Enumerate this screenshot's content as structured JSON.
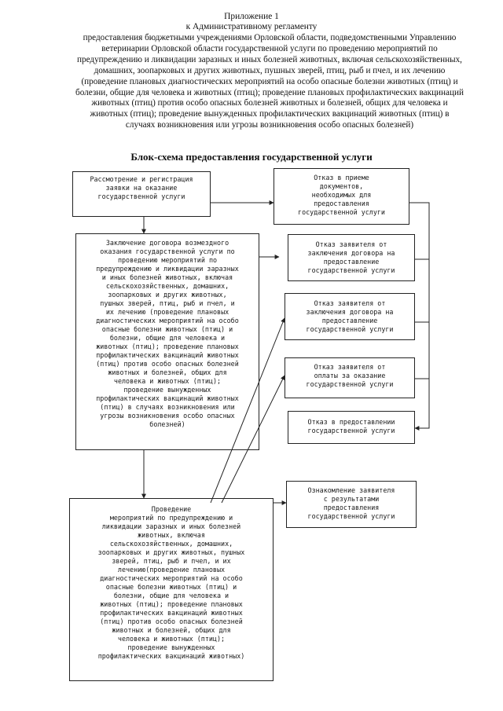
{
  "header": {
    "appendix": "Приложение 1",
    "regulation": "к Административному регламенту",
    "intro": "предоставления бюджетными учреждениями Орловской области, подведомственными Управлению ветеринарии Орловской области государственной услуги  по проведению мероприятий по предупреждению и ликвидации заразных и иных болезней животных, включая сельскохозяйственных, домашних, зоопарковых и других животных, пушных зверей, птиц, рыб и пчел, и их лечению (проведение плановых диагностических мероприятий на особо опасные болезни животных (птиц) и болезни, общие для человека и животных (птиц); проведение плановых профилактических вакцинаций животных (птиц) против особо опасных болезней животных и болезней, общих для человека и животных (птиц); проведение вынужденных профилактических вакцинаций животных (птиц) в случаях возникновения или угрозы возникновения особо опасных болезней)"
  },
  "title": "Блок-схема предоставления  государственной услуги",
  "flowchart": {
    "registration": "Рассмотрение и регистрация\nзаявки на оказание\nгосударственной услуги",
    "contract": "Заключение договора возмездного\nоказания государственной услуги по\nпроведению мероприятий по\nпредупреждению и ликвидации заразных\nи иных болезней животных, включая\nсельскохозяйственных, домашних,\nзоопарковых и других животных,\nпушных зверей, птиц, рыб и пчел, и\nих лечению (проведение плановых\nдиагностических мероприятий на особо\nопасные болезни животных (птиц) и\nболезни, общие для человека и\nживотных (птиц); проведение плановых\nпрофилактических вакцинаций животных\n(птиц) против особо опасных болезней\nживотных и болезней, общих для\nчеловека и животных (птиц);\nпроведение вынужденных\nпрофилактических вакцинаций животных\n(птиц) в случаях возникновения или\nугрозы возникновения особо опасных\nболезней)",
    "execution": "Проведение\nмероприятий по предупреждению и\nликвидации заразных и иных болезней\nживотных, включая\nсельскохозяйственных, домашних,\nзоопарковых и других животных, пушных\nзверей, птиц, рыб и пчел, и их\nлечению(проведение плановых\nдиагностических мероприятий на  особо\nопасные болезни животных (птиц) и\nболезни, общие для человека и\nживотных (птиц); проведение плановых\nпрофилактических вакцинаций животных\n(птиц) против особо опасных болезней\nживотных и болезней, общих для\nчеловека и животных (птиц);\nпроведение вынужденных\nпрофилактических вакцинаций животных)",
    "refuse_documents": "Отказ в приеме\nдокументов,\nнеобходимых для\nпредоставления\nгосударственной услуги",
    "refuse_contract_1": "Отказ заявителя от\nзаключения договора на\nпредоставление\nгосударственной услуги",
    "refuse_contract_2": "Отказ заявителя от\nзаключения договора на\nпредоставление\nгосударственной услуги",
    "refuse_payment": "Отказ заявителя от\nоплаты за оказание\nгосударственной услуги",
    "refuse_service": "Отказ в предоставлении\nгосударственной услуги",
    "familiarization": "Ознакомление заявителя\nс результатами\nпредоставления\nгосударственной услуги"
  }
}
